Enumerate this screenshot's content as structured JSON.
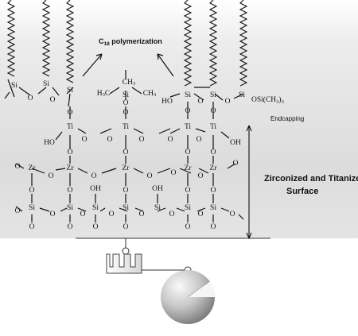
{
  "labels": {
    "polymerization": "C18 polymerization",
    "polymerization_main": "C",
    "polymerization_sub": "18",
    "polymerization_rest": " polymerization",
    "endcapping": "Endcapping",
    "surface_line1": "Zirconized and Titanized",
    "surface_line2": "Surface",
    "osi_group": "OSi(CH3)3",
    "osi_main": "OSi(CH",
    "osi_sub": "3",
    "osi_close": ")",
    "osi_sub2": "3",
    "ch3": "CH",
    "ch3_sub": "3",
    "h3c": "H",
    "h3c_sub": "3",
    "h3c_c": "C"
  },
  "atoms": {
    "si": "Si",
    "ti": "Ti",
    "zr": "Zr",
    "o": "O",
    "oh": "OH",
    "ho": "HO"
  },
  "colors": {
    "background_top": "#e6e6e6",
    "background_bottom": "#ffffff",
    "ink": "#111111",
    "sphere_dark": "#8c8c8c",
    "sphere_light": "#f2f2f2"
  }
}
